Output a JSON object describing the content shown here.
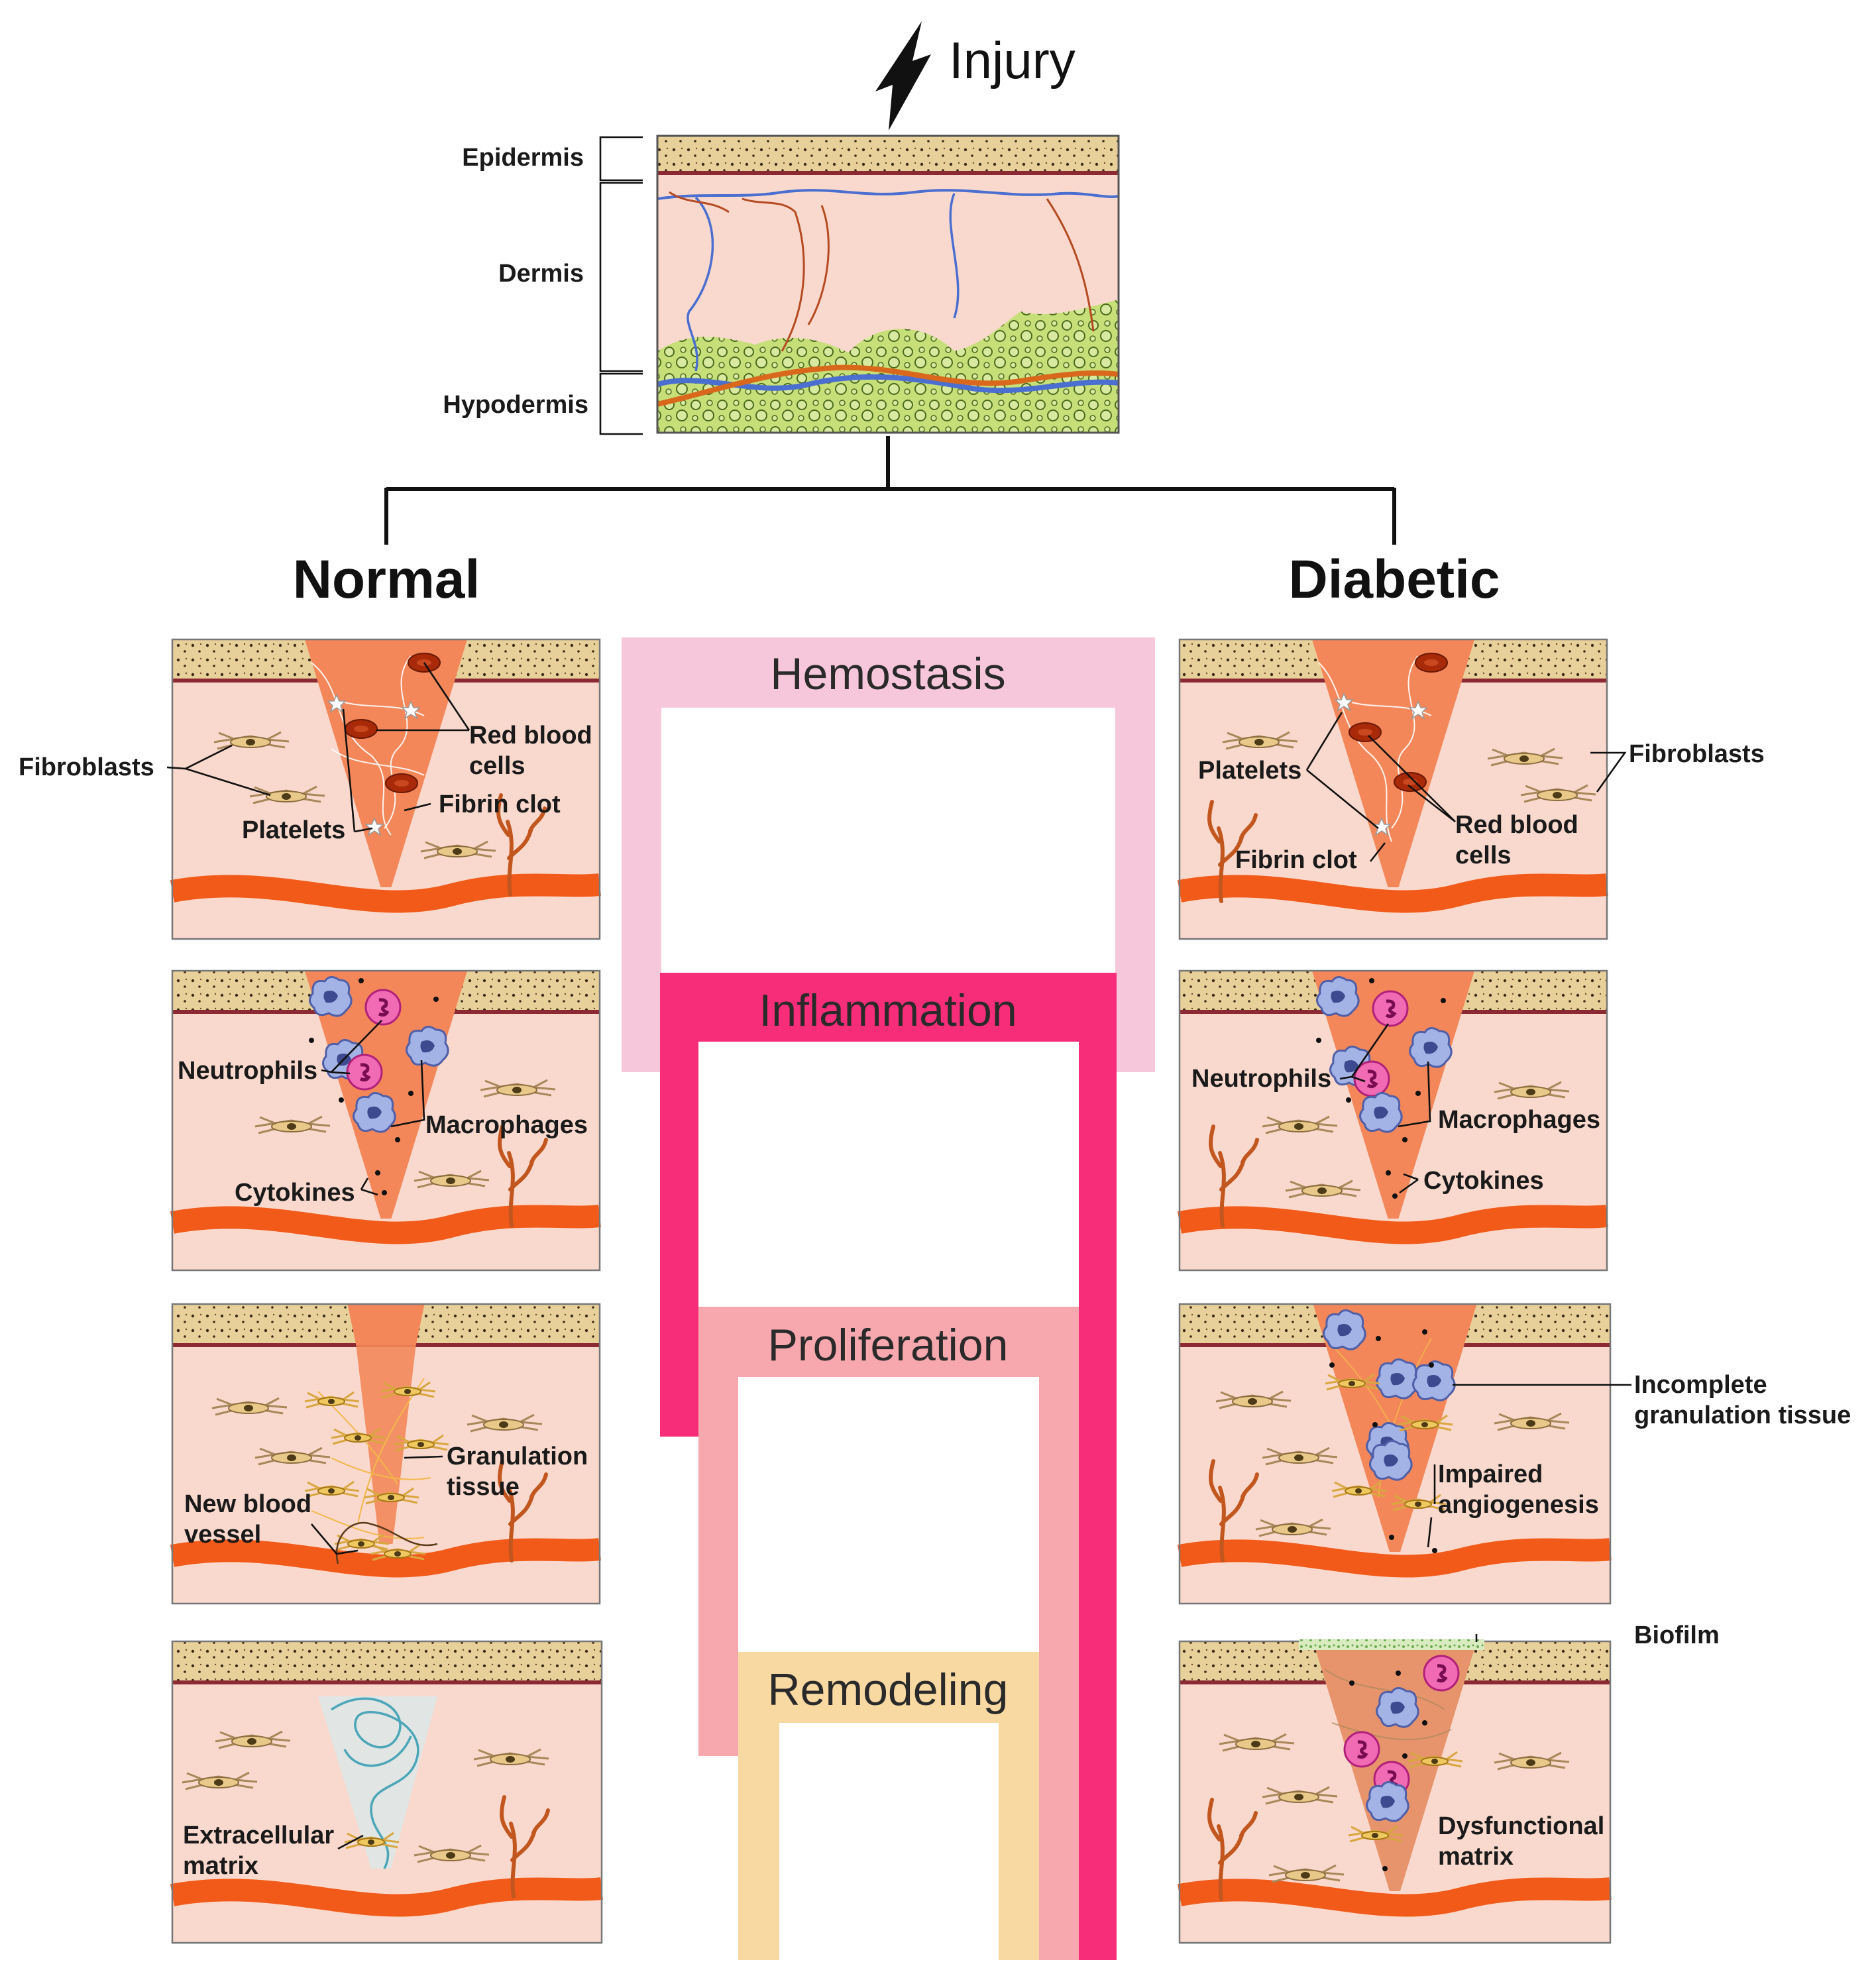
{
  "title": "Injury",
  "skin_layers": [
    "Epidermis",
    "Dermis",
    "Hypodermis"
  ],
  "branches": {
    "left": "Normal",
    "right": "Diabetic"
  },
  "phases": [
    {
      "label": "Hemostasis",
      "color": "#f6c7da"
    },
    {
      "label": "Inflammation",
      "color": "#f72d7a"
    },
    {
      "label": "Proliferation",
      "color": "#f6a8ae"
    },
    {
      "label": "Remodeling",
      "color": "#f9d9a2"
    }
  ],
  "normal": {
    "hemostasis": {
      "fibroblasts": "Fibroblasts",
      "rbc_1": "Red blood",
      "rbc_2": "cells",
      "fibrin_clot": "Fibrin clot",
      "platelets": "Platelets"
    },
    "inflammation": {
      "neutrophils": "Neutrophils",
      "macrophages": "Macrophages",
      "cytokines": "Cytokines"
    },
    "proliferation": {
      "granulation_1": "Granulation",
      "granulation_2": "tissue",
      "vessel_1": "New blood",
      "vessel_2": "vessel"
    },
    "remodeling": {
      "ecm_1": "Extracellular",
      "ecm_2": "matrix"
    }
  },
  "diabetic": {
    "hemostasis": {
      "platelets": "Platelets",
      "fibroblasts": "Fibroblasts",
      "rbc_1": "Red blood",
      "rbc_2": "cells",
      "fibrin_clot": "Fibrin clot"
    },
    "inflammation": {
      "neutrophils": "Neutrophils",
      "macrophages": "Macrophages",
      "cytokines": "Cytokines"
    },
    "proliferation": {
      "incomplete_1": "Incomplete",
      "incomplete_2": "granulation tissue",
      "angio_1": "Impaired",
      "angio_2": "angiogenesis"
    },
    "remodeling": {
      "biofilm": "Biofilm",
      "dysfunctional_1": "Dysfunctional",
      "dysfunctional_2": "matrix"
    }
  },
  "colors": {
    "epidermis": "#e8d09a",
    "dermis": "#f9d9cd",
    "wound": "#f3875a",
    "hypodermis_green": "#c2dc6e",
    "vessel_band": "#f25a1a",
    "vein_blue": "#4a6fd0",
    "artery_red": "#b54b22"
  },
  "icons": [
    "lightning-icon",
    "fibroblast-icon",
    "platelet-icon",
    "red-blood-cell-icon",
    "neutrophil-icon",
    "macrophage-icon",
    "blood-vessel-icon"
  ]
}
